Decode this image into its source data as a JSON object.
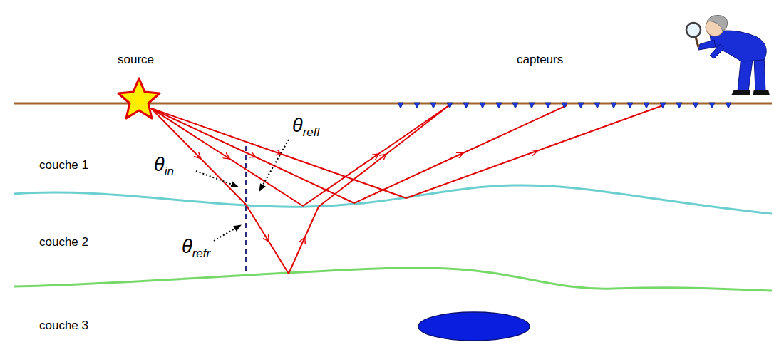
{
  "diagram": {
    "labels": [
      "source",
      "capteurs",
      "couche 1",
      "couche 2",
      "couche 3",
      "θin",
      "θrefl",
      "θrefr"
    ]
  }
}
